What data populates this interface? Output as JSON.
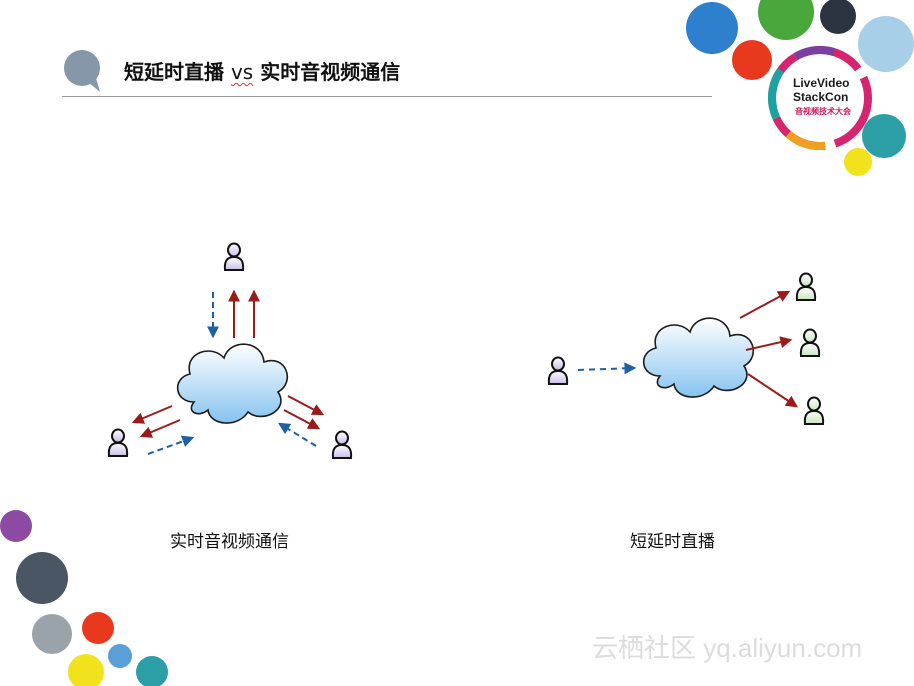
{
  "title": {
    "prefix": "短延时直播 ",
    "vs": "vs",
    "suffix": " 实时音视频通信"
  },
  "logo": {
    "line1": "LiveVideo",
    "line2": "StackCon",
    "line3": "音视频技术大会"
  },
  "captions": {
    "left": "实时音视频通信",
    "right": "短延时直播"
  },
  "watermark": "云栖社区 yq.aliyun.com",
  "colors": {
    "arrow_up": "#9b1b1b",
    "arrow_down": "#1f5fa6",
    "cloud_top": "#ffffff",
    "cloud_bottom": "#8ec8f2",
    "title_bubble": "#8597a8"
  },
  "icons": {
    "user": "person-icon",
    "server": "cloud-icon"
  }
}
